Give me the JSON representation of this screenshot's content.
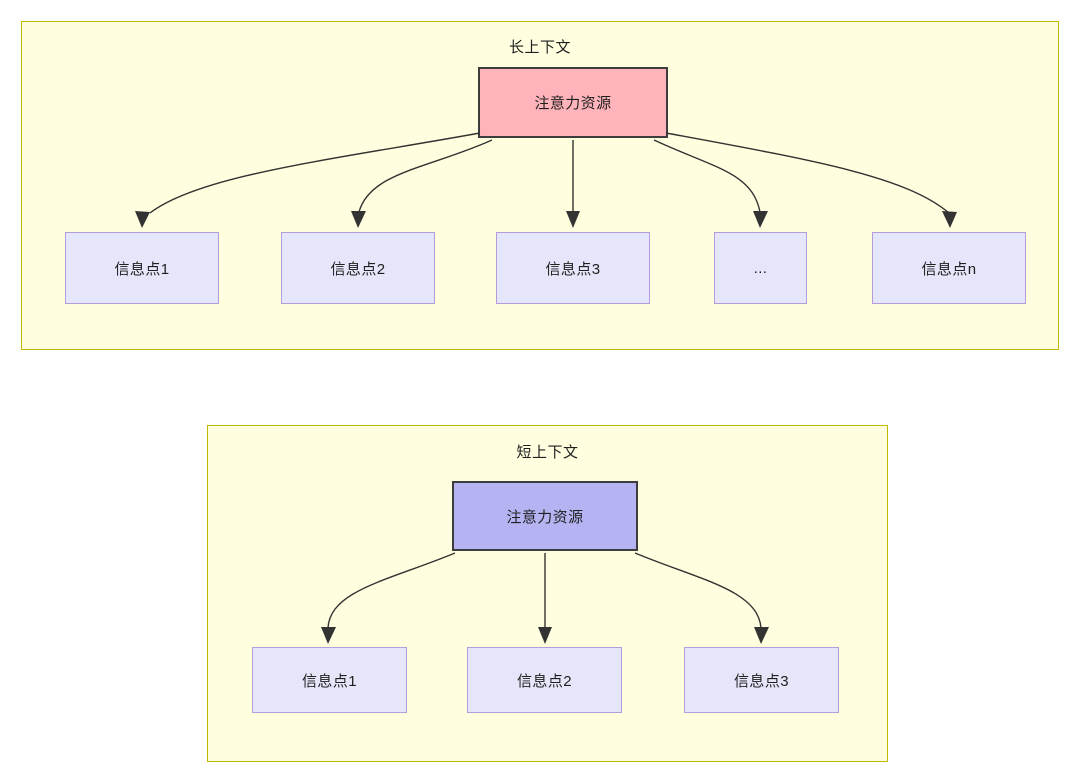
{
  "diagram": {
    "title_visible": false,
    "colors": {
      "panel_background": "#FFFFE0",
      "panel_border": "#C3B800",
      "attention_long_fill": "#FFB3BA",
      "attention_short_fill": "#B5B3F2",
      "attention_border": "#3D3D3D",
      "info_fill": "#E6E6FA",
      "info_border": "#B39DDB",
      "edge_stroke": "#333333",
      "text": "#1F1F1F"
    },
    "panels": [
      {
        "id": "long-context",
        "title": "长上下文",
        "root": {
          "label": "注意力资源"
        },
        "children": [
          {
            "label": "信息点1"
          },
          {
            "label": "信息点2"
          },
          {
            "label": "信息点3"
          },
          {
            "label": "..."
          },
          {
            "label": "信息点n"
          }
        ]
      },
      {
        "id": "short-context",
        "title": "短上下文",
        "root": {
          "label": "注意力资源"
        },
        "children": [
          {
            "label": "信息点1"
          },
          {
            "label": "信息点2"
          },
          {
            "label": "信息点3"
          }
        ]
      }
    ]
  }
}
